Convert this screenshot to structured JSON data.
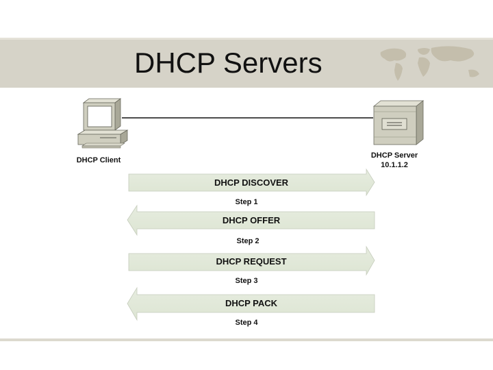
{
  "slide": {
    "title": "DHCP Servers"
  },
  "client": {
    "label": "DHCP Client"
  },
  "server": {
    "label": "DHCP Server",
    "ip": "10.1.1.2"
  },
  "messages": [
    {
      "label": "DHCP DISCOVER",
      "step": "Step 1",
      "direction": "right"
    },
    {
      "label": "DHCP OFFER",
      "step": "Step 2",
      "direction": "left"
    },
    {
      "label": "DHCP REQUEST",
      "step": "Step 3",
      "direction": "right"
    },
    {
      "label": "DHCP PACK",
      "step": "Step 4",
      "direction": "left"
    }
  ],
  "colors": {
    "title_band": "#d6d3c8",
    "arrow_fill": "#e3eadb",
    "device_body": "#c9c8b8"
  }
}
